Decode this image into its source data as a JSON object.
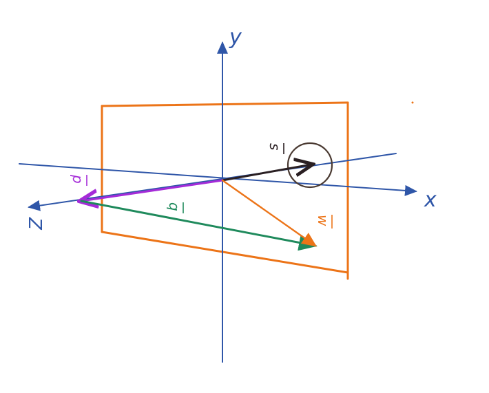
{
  "labels": {
    "y_axis": "y",
    "x_axis": "x",
    "z_axis": "Z",
    "vec_s": "s",
    "vec_p": "p",
    "vec_q": "q",
    "vec_w": "w"
  },
  "colors": {
    "axis": "#2f56a8",
    "plane": "#ec7418",
    "vec_s": "#2a1f22",
    "vec_p": "#a52bd8",
    "vec_q": "#1f8a5c",
    "vec_w": "#ec7418",
    "circle": "#4a3a32"
  }
}
